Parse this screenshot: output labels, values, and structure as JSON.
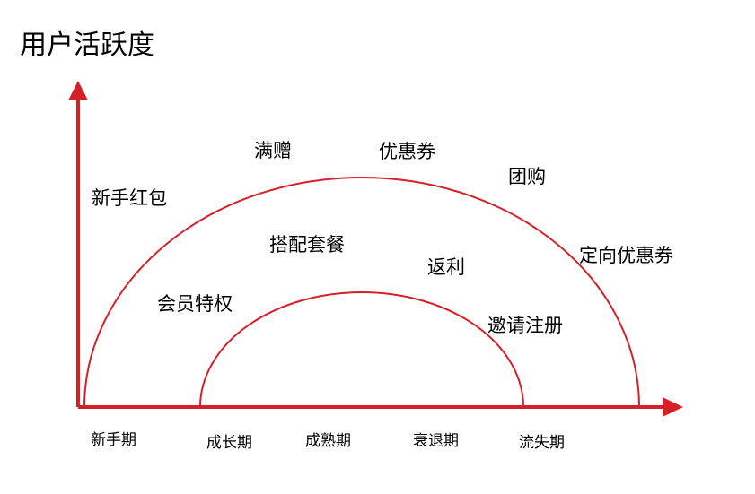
{
  "title": "用户活跃度",
  "colors": {
    "accent": "#d42027",
    "text": "#1a1a1a",
    "background": "#ffffff"
  },
  "stages": [
    "新手期",
    "成长期",
    "成熟期",
    "衰退期",
    "流失期"
  ],
  "outer_labels": [
    "新手红包",
    "满赠",
    "优惠券",
    "团购",
    "定向优惠券"
  ],
  "middle_labels": [
    "会员特权",
    "搭配套餐",
    "返利",
    "邀请注册"
  ]
}
